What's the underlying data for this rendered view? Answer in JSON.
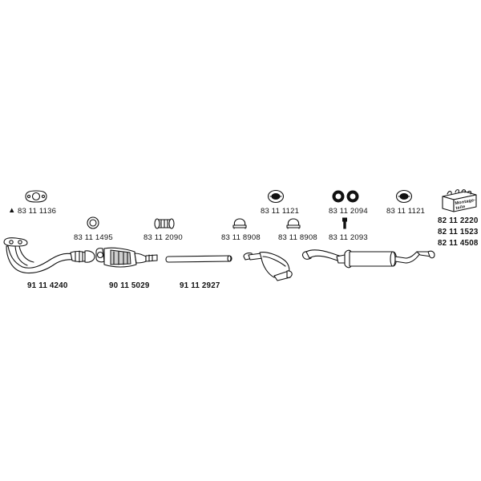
{
  "labels": {
    "gasket_1136": "83 11 1136",
    "ring_1495": "83 11 1495",
    "clamp_2090": "83 11 2090",
    "clamp_8908_a": "83 11 8908",
    "clamp_8908_b": "83 11 8908",
    "hanger_1121_a": "83 11 1121",
    "hanger_2094": "83 11 2094",
    "bolt_2093": "83 11 2093",
    "hanger_1121_b": "83 11 1121",
    "kit_2220": "82 11 2220",
    "kit_1523": "82 11 1523",
    "kit_4508": "82 11 4508",
    "front_pipe_4240": "91 11 4240",
    "catalyst_5029": "90 11 5029",
    "middle_pipe_2927": "91 11 2927"
  },
  "warning_symbol": "▲",
  "kit_box_text": [
    "Montage-",
    "teile"
  ],
  "colors": {
    "ink": "#111111",
    "background": "#ffffff",
    "shade": "#cfcfcf"
  }
}
